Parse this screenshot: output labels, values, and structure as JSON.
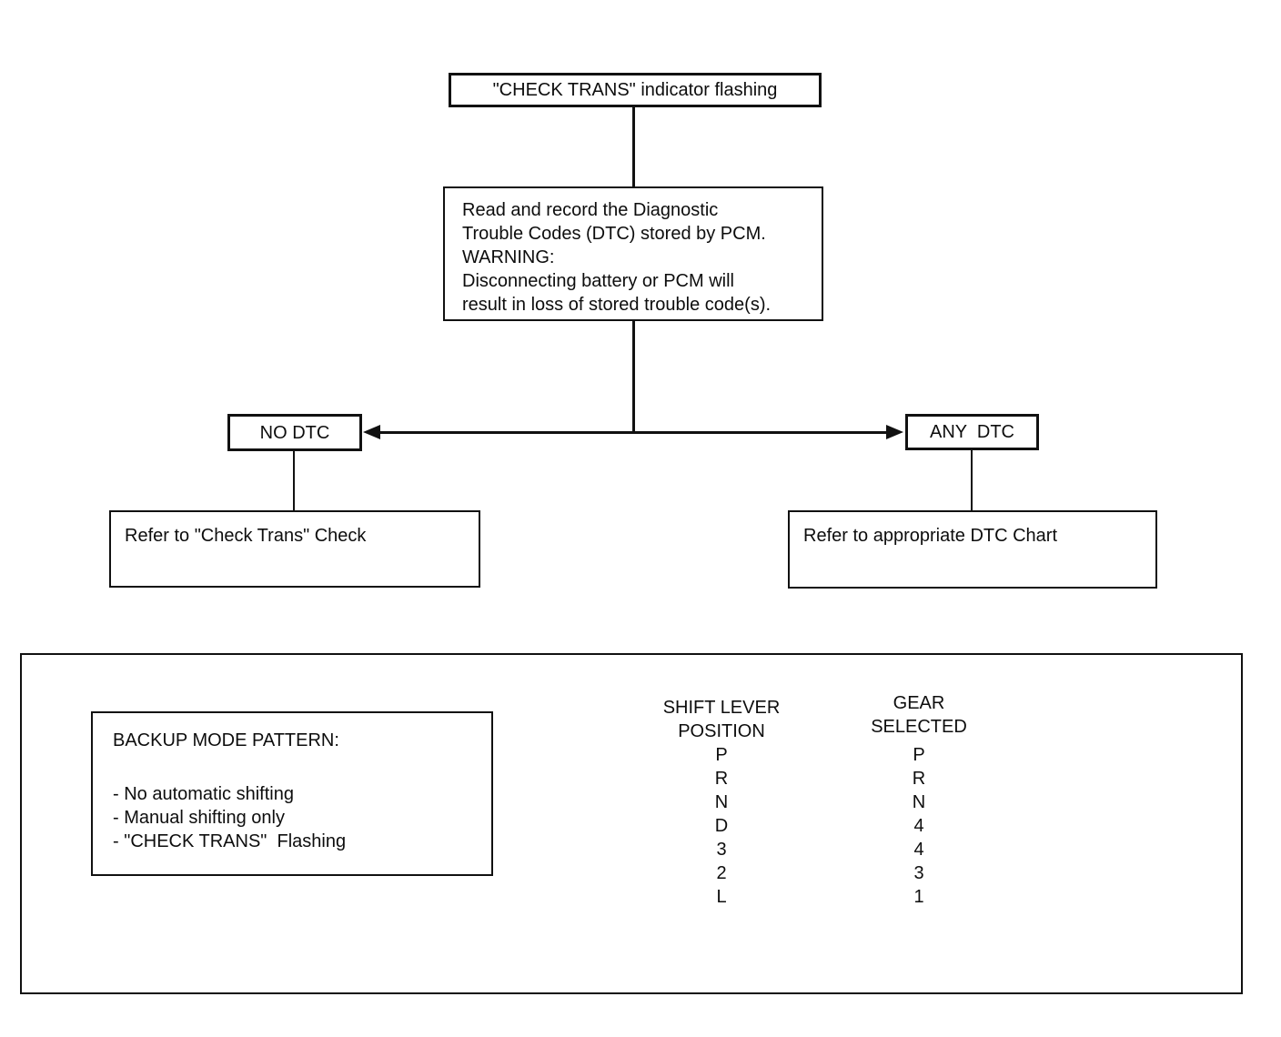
{
  "flowchart": {
    "start_label": "\"CHECK TRANS\" indicator flashing",
    "read_record_text": "Read and record the Diagnostic\nTrouble Codes (DTC) stored by PCM.\nWARNING:\nDisconnecting battery or PCM will\nresult in loss of stored trouble code(s).",
    "no_dtc_label": "NO DTC",
    "any_dtc_label": "ANY  DTC",
    "refer_check_trans_label": "Refer to \"Check Trans\" Check",
    "refer_dtc_chart_label": "Refer to appropriate DTC Chart"
  },
  "backup_mode": {
    "title": "BACKUP MODE PATTERN:",
    "items": [
      "- No automatic shifting",
      "- Manual shifting only",
      "- \"CHECK TRANS\"  Flashing"
    ]
  },
  "shift_table": {
    "col1_header": "SHIFT LEVER\nPOSITION",
    "col2_header": "GEAR\nSELECTED",
    "rows": [
      {
        "lever": "P",
        "gear": "P"
      },
      {
        "lever": "R",
        "gear": "R"
      },
      {
        "lever": "N",
        "gear": "N"
      },
      {
        "lever": "D",
        "gear": "4"
      },
      {
        "lever": "3",
        "gear": "4"
      },
      {
        "lever": "2",
        "gear": "3"
      },
      {
        "lever": "L",
        "gear": "1"
      }
    ]
  },
  "colors": {
    "ink": "#111111",
    "background": "#ffffff"
  }
}
